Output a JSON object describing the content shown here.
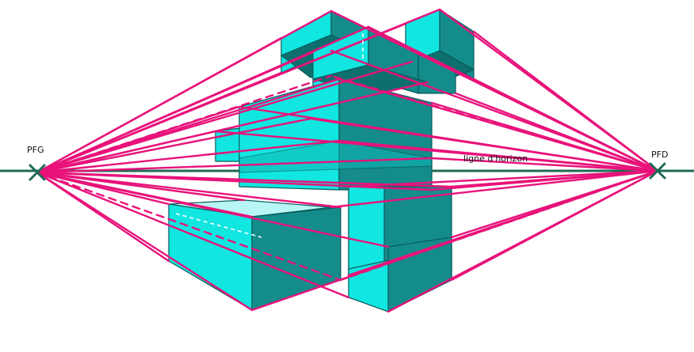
{
  "labels": {
    "left_vanishing_point": "PFG",
    "right_vanishing_point": "PFD",
    "horizon_line": "ligne d'horizon"
  },
  "colors": {
    "horizon": "#1f6b55",
    "construction_lines": "#e8127a",
    "face_light": "#12e6e0",
    "face_dark": "#148c8c",
    "face_top": "#b8f6f6",
    "edge": "#0a5a5a"
  }
}
